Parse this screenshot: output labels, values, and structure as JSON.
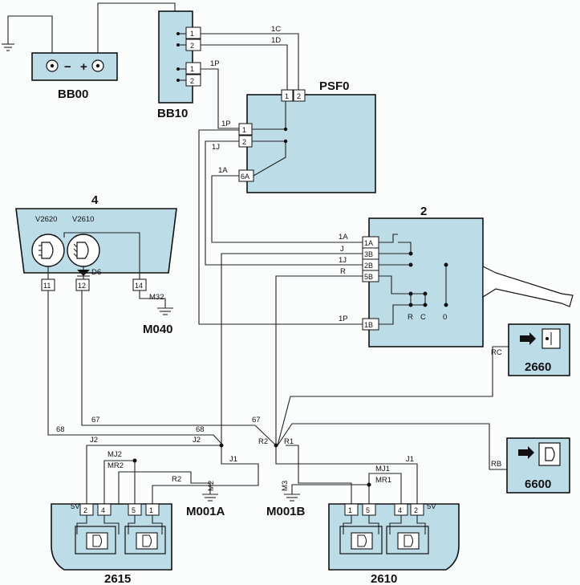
{
  "components": {
    "bb00": "BB00",
    "bb10": "BB10",
    "psf0": "PSF0",
    "c2": "2",
    "c4": "4",
    "c2660": "2660",
    "c6600": "6600",
    "c2615": "2615",
    "c2610": "2610"
  },
  "grounds": {
    "m040": "M040",
    "m001a": "M001A",
    "m001b": "M001B"
  },
  "battery": {
    "minus": "−",
    "plus": "+"
  },
  "lamps": {
    "v2620": "V2620",
    "v2610": "V2610",
    "diode": "D6"
  },
  "pins": {
    "bb10_1a": "1",
    "bb10_2a": "2",
    "bb10_1b": "1",
    "bb10_2b": "2",
    "psf_top1": "1",
    "psf_top2": "2",
    "psf_1": "1",
    "psf_2": "2",
    "psf_6a": "6A",
    "sw_1a": "1A",
    "sw_3b": "3B",
    "sw_2b": "2B",
    "sw_5b": "5B",
    "sw_1b": "1B",
    "c4_11": "11",
    "c4_12": "12",
    "c4_14": "14",
    "l_2": "2",
    "l_4": "4",
    "l_5": "5",
    "l_1": "1",
    "r_1": "1",
    "r_5": "5",
    "r_4": "4",
    "r_2": "2"
  },
  "wires": {
    "w1c": "1C",
    "w1d": "1D",
    "w1p_a": "1P",
    "w1p_b": "1P",
    "w1j": "1J",
    "w1a": "1A",
    "s1a": "1A",
    "sj": "J",
    "s1j": "1J",
    "sr": "R",
    "s1p": "1P",
    "m32": "M32",
    "w67a": "67",
    "w67b": "67",
    "w68a": "68",
    "w68b": "68",
    "j2a": "J2",
    "j2b": "J2",
    "r2": "R2",
    "r1": "R1",
    "j1a": "J1",
    "j1b": "J1",
    "mj2": "MJ2",
    "mr2": "MR2",
    "r2b": "R2",
    "m2": "M2",
    "m3": "M3",
    "mj1": "MJ1",
    "mr1": "MR1",
    "v5l": "5V",
    "v5r": "5V",
    "rc": "RC",
    "rb": "RB"
  },
  "switch_labels": {
    "r": "R",
    "c": "C",
    "o": "0"
  }
}
